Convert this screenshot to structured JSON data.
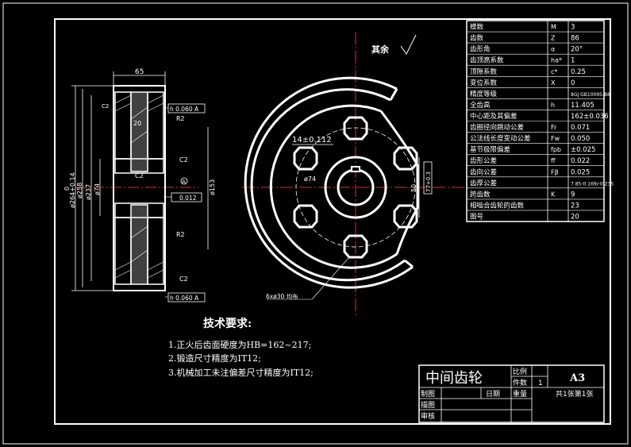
{
  "drawing": {
    "surface_finish_note": "其余",
    "dimensions": {
      "width_top": "65",
      "hub_width": "20",
      "bore_dia": "ø74",
      "hub_dia": "ø153",
      "root_dia": "ø237",
      "pitch_dia": "ø258",
      "tip_dia_prefix": "0",
      "tip_dia": "ø264+0.14",
      "chamfer1": "C2",
      "chamfer2": "C2",
      "chamfer3": "C2",
      "chamfer4": "C2",
      "radius1": "R2",
      "radius2": "R2",
      "keyway_width": "14±0.112",
      "circle_74": "ø74",
      "holes_note": "6xø30 均布",
      "dim_50": "50",
      "keyway_depth": "77+0.3",
      "runout_top": "h 0.060 A",
      "runout_bottom": "h 0.060 A",
      "flatness": "0.012",
      "datum": "A"
    }
  },
  "parameter_table": [
    {
      "name": "模数",
      "sym": "M",
      "val": "3"
    },
    {
      "name": "齿数",
      "sym": "Z",
      "val": "86"
    },
    {
      "name": "齿形角",
      "sym": "α",
      "val": "20°"
    },
    {
      "name": "齿顶高系数",
      "sym": "ha*",
      "val": "1"
    },
    {
      "name": "顶隙系数",
      "sym": "c*",
      "val": "0.25"
    },
    {
      "name": "变位系数",
      "sym": "X",
      "val": "0"
    },
    {
      "name": "精度等级",
      "sym": "",
      "val": "8GJ GB10095-88"
    },
    {
      "name": "全齿高",
      "sym": "h",
      "val": "11.405"
    },
    {
      "name": "中心距及其偏差",
      "sym": "",
      "val": "162±0.036"
    },
    {
      "name": "齿圈径向跳动公差",
      "sym": "Fr",
      "val": "0.071"
    },
    {
      "name": "公法线长度变动公差",
      "sym": "Fw",
      "val": "0.050"
    },
    {
      "name": "基节极限偏差",
      "sym": "fpb",
      "val": "±0.025"
    },
    {
      "name": "齿形公差",
      "sym": "ff",
      "val": "0.022"
    },
    {
      "name": "齿向公差",
      "sym": "Fβ",
      "val": "0.025"
    },
    {
      "name": "齿厚公差",
      "sym": "",
      "val": "7.85-0.169/-0.235"
    },
    {
      "name": "跨齿数",
      "sym": "K",
      "val": "9"
    },
    {
      "name": "相啮合齿轮的齿数",
      "sym": "",
      "val": "23"
    },
    {
      "name": "图号",
      "sym": "",
      "val": "20"
    }
  ],
  "tech_requirements": {
    "title": "技术要求:",
    "items": [
      "1.正火后齿面硬度为HB=162~217;",
      "2.锻造尺寸精度为IT12;",
      "3.机械加工未注偏差尺寸精度为IT12;"
    ]
  },
  "title_block": {
    "part_name": "中间齿轮",
    "scale_label": "比例",
    "qty_label": "件数",
    "qty_value": "1",
    "sheet_size": "A3",
    "drawn_label": "制图",
    "date_label": "日期",
    "weight_label": "重量",
    "sheets": "共1张第1张",
    "trace_label": "描图",
    "review_label": "审核"
  },
  "colors": {
    "background": "#000000",
    "lines": "#ffffff",
    "centerline": "#ff2020",
    "dimension": "#ffffff"
  }
}
